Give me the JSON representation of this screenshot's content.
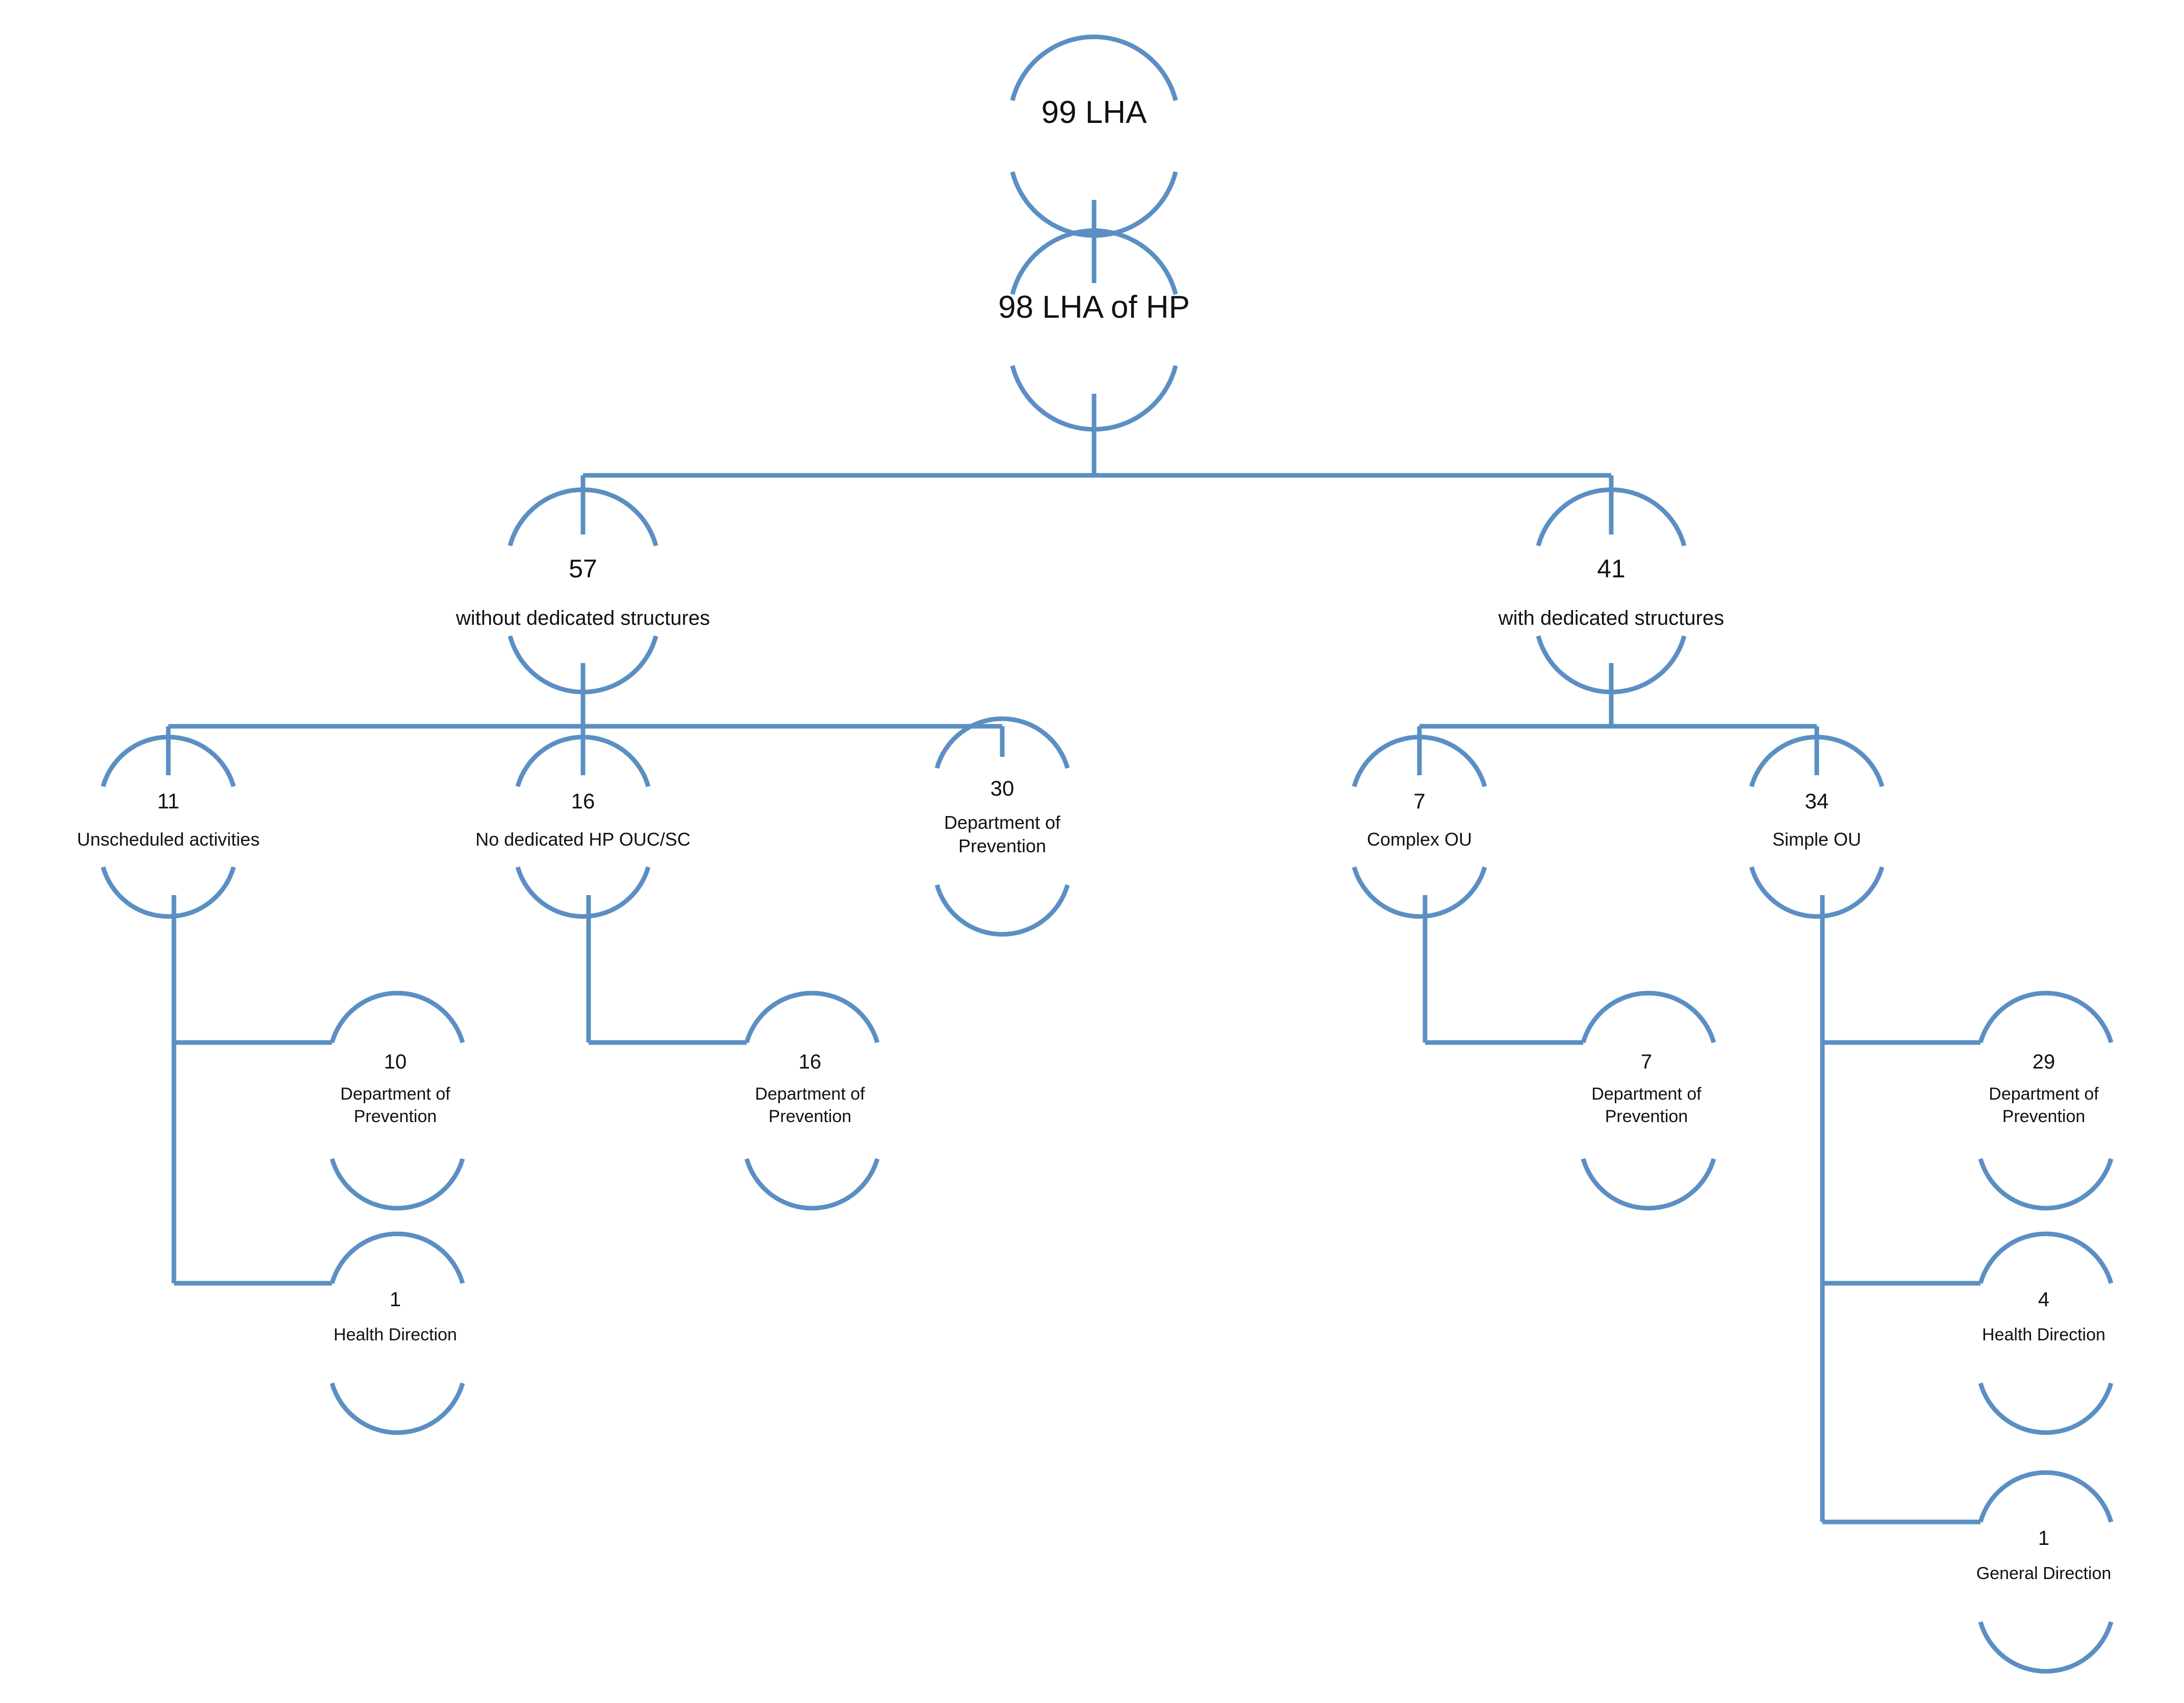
{
  "diagram": {
    "title": "LHA Health Promotion organisational structure flow chart",
    "type": "tree-flowchart",
    "line_color": "#5b8fc4",
    "text_color": "#111111",
    "background": "#ffffff"
  },
  "nodes": {
    "root": {
      "count": "99",
      "label": "LHA",
      "count_and_label": "99 LHA"
    },
    "hp": {
      "count": "98",
      "label": "LHA of HP",
      "count_and_label": "98 LHA of HP"
    },
    "without": {
      "count": "57",
      "label": "without dedicated structures"
    },
    "with": {
      "count": "41",
      "label": "with dedicated structures"
    },
    "unscheduled": {
      "count": "11",
      "label": "Unscheduled activities"
    },
    "no_dedicated": {
      "count": "16",
      "label": "No dedicated HP OUC/SC"
    },
    "dep_prev_30": {
      "count": "30",
      "label_line1": "Department of",
      "label_line2": "Prevention"
    },
    "complex_ou": {
      "count": "7",
      "label": "Complex OU"
    },
    "simple_ou": {
      "count": "34",
      "label": "Simple OU"
    },
    "dep_prev_10": {
      "count": "10",
      "label_line1": "Department of",
      "label_line2": "Prevention"
    },
    "health_dir_1": {
      "count": "1",
      "label": "Health Direction"
    },
    "dep_prev_16": {
      "count": "16",
      "label_line1": "Department of",
      "label_line2": "Prevention"
    },
    "dep_prev_7": {
      "count": "7",
      "label_line1": "Department of",
      "label_line2": "Prevention"
    },
    "dep_prev_29": {
      "count": "29",
      "label_line1": "Department of",
      "label_line2": "Prevention"
    },
    "health_dir_4": {
      "count": "4",
      "label": "Health Direction"
    },
    "general_dir_1": {
      "count": "1",
      "label": "General Direction"
    }
  },
  "chart_data": {
    "type": "tree",
    "title": "LHA Health Promotion organisational structure",
    "root": {
      "count": 99,
      "label": "LHA",
      "children": [
        {
          "count": 98,
          "label": "LHA of HP",
          "children": [
            {
              "count": 57,
              "label": "without dedicated structures",
              "children": [
                {
                  "count": 11,
                  "label": "Unscheduled activities",
                  "children": [
                    {
                      "count": 10,
                      "label": "Department of Prevention"
                    },
                    {
                      "count": 1,
                      "label": "Health Direction"
                    }
                  ]
                },
                {
                  "count": 16,
                  "label": "No dedicated HP OUC/SC",
                  "children": [
                    {
                      "count": 16,
                      "label": "Department of Prevention"
                    }
                  ]
                },
                {
                  "count": 30,
                  "label": "Department of Prevention",
                  "children": []
                }
              ]
            },
            {
              "count": 41,
              "label": "with dedicated structures",
              "children": [
                {
                  "count": 7,
                  "label": "Complex OU",
                  "children": [
                    {
                      "count": 7,
                      "label": "Department of Prevention"
                    }
                  ]
                },
                {
                  "count": 34,
                  "label": "Simple OU",
                  "children": [
                    {
                      "count": 29,
                      "label": "Department of Prevention"
                    },
                    {
                      "count": 4,
                      "label": "Health Direction"
                    },
                    {
                      "count": 1,
                      "label": "General Direction"
                    }
                  ]
                }
              ]
            }
          ]
        }
      ]
    }
  }
}
